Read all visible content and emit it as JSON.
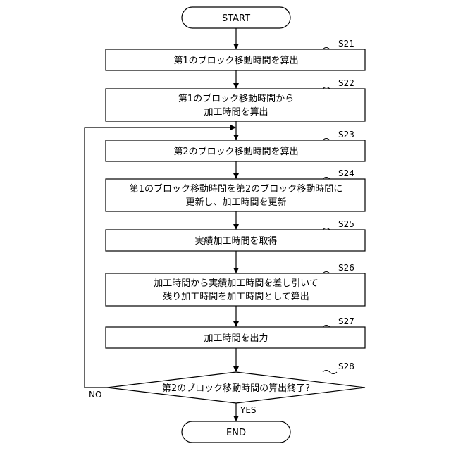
{
  "start": "START",
  "end": "END",
  "steps": [
    {
      "id": "S21",
      "lines": [
        "第1のブロック移動時間を算出"
      ]
    },
    {
      "id": "S22",
      "lines": [
        "第1のブロック移動時間から",
        "加工時間を算出"
      ]
    },
    {
      "id": "S23",
      "lines": [
        "第2のブロック移動時間を算出"
      ]
    },
    {
      "id": "S24",
      "lines": [
        "第1のブロック移動時間を第2のブロック移動時間に",
        "更新し、加工時間を更新"
      ]
    },
    {
      "id": "S25",
      "lines": [
        "実績加工時間を取得"
      ]
    },
    {
      "id": "S26",
      "lines": [
        "加工時間から実績加工時間を差し引いて",
        "残り加工時間を加工時間として算出"
      ]
    },
    {
      "id": "S27",
      "lines": [
        "加工時間を出力"
      ]
    }
  ],
  "decision": {
    "id": "S28",
    "text": "第2のブロック移動時間の算出終了?",
    "no_label": "NO",
    "yes_label": "YES"
  }
}
